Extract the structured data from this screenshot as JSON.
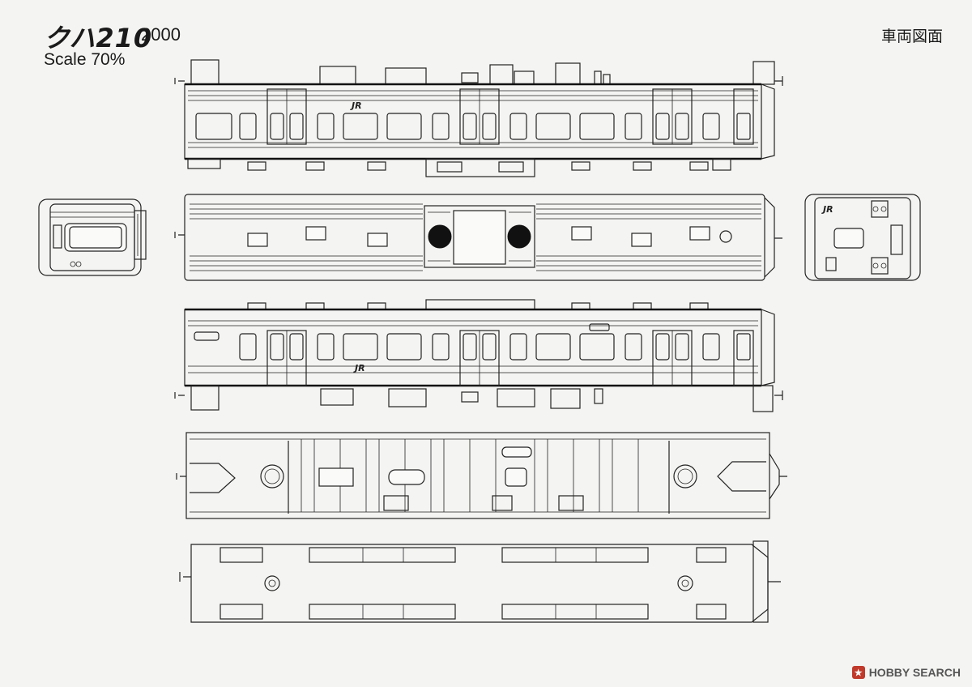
{
  "header": {
    "model_name": "クハ210",
    "model_number": "2000",
    "scale": "Scale 70%",
    "drawing_label": "車両図面"
  },
  "car": {
    "logo": "JR"
  },
  "watermark": {
    "text": "HOBBY SEARCH",
    "badge": "★"
  },
  "colors": {
    "line": "#222222",
    "paper": "#f4f4f2"
  }
}
